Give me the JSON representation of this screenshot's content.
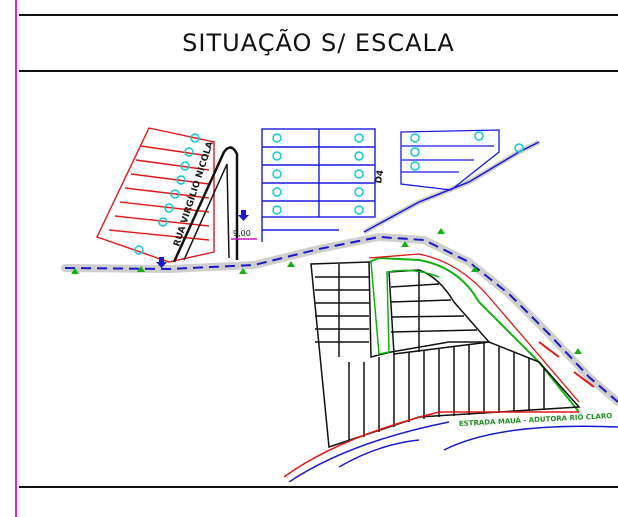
{
  "title": "SITUAÇÃO S/ ESCALA",
  "labels": {
    "road_rua": "RUA VIRGÍLIO NICOLA",
    "road_estrada": "ESTRADA MAUÁ - ADUTORA RIO CLARO",
    "dimension": "9,00",
    "block_tag": "D4"
  },
  "colors": {
    "lot_outline_red": "#e01818",
    "lot_outline_blue": "#1a1adf",
    "road_blue": "#1a1acc",
    "road_gray": "#cfcfcf",
    "green_line": "#12b012",
    "cyan_marker": "#14c8d0",
    "magenta_frame": "#e020e0",
    "black_lots": "#111111"
  }
}
